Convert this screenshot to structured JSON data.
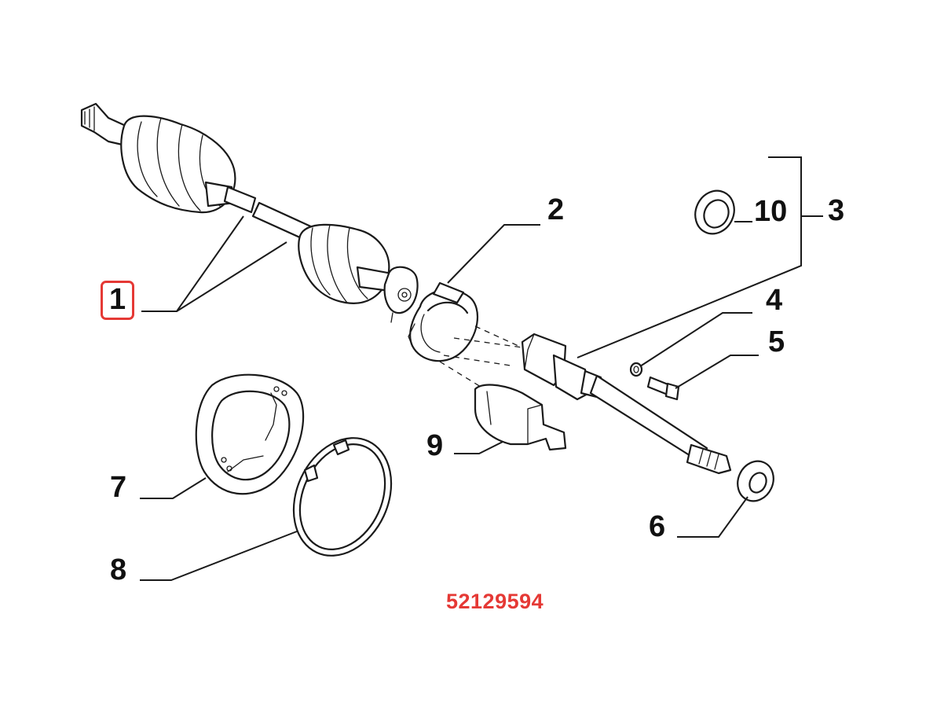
{
  "callouts": [
    {
      "id": "c1",
      "label": "1",
      "selected": true
    },
    {
      "id": "c2",
      "label": "2",
      "selected": false
    },
    {
      "id": "c3",
      "label": "3",
      "selected": false
    },
    {
      "id": "c4",
      "label": "4",
      "selected": false
    },
    {
      "id": "c5",
      "label": "5",
      "selected": false
    },
    {
      "id": "c6",
      "label": "6",
      "selected": false
    },
    {
      "id": "c7",
      "label": "7",
      "selected": false
    },
    {
      "id": "c8",
      "label": "8",
      "selected": false
    },
    {
      "id": "c9",
      "label": "9",
      "selected": false
    },
    {
      "id": "c10",
      "label": "10",
      "selected": false
    }
  ],
  "part_number": "52129594",
  "colors": {
    "ink": "#1a1a1a",
    "highlight": "#e53935",
    "background": "#ffffff"
  }
}
